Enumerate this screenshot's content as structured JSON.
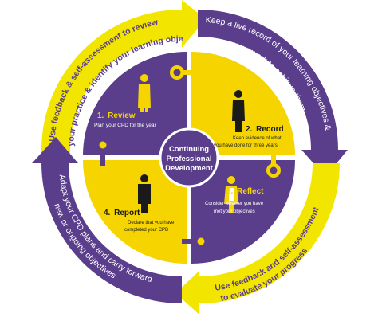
{
  "center": {
    "line1": "Continuing",
    "line2": "Professional",
    "line3": "Development"
  },
  "quadrants": [
    {
      "number": "1.",
      "title": "Review",
      "desc_lines": [
        "Plan your CPD for the year"
      ]
    },
    {
      "number": "2.",
      "title": "Record",
      "desc_lines": [
        "Keep evidence of what",
        "you have done for three years"
      ]
    },
    {
      "number": "3.",
      "title": "Reflect",
      "desc_lines": [
        "Consider whether you have",
        "met your objectives"
      ]
    },
    {
      "number": "4.",
      "title": "Report",
      "desc_lines": [
        "Declare that you have",
        "completed your CPD"
      ]
    }
  ],
  "arrows": {
    "top_left": [
      "Use feedback & self-assessment to review",
      "your practice & identify your learning objectives"
    ],
    "top_right": [
      "Keep a live record of your learning objectives &",
      "your work to achieve them"
    ],
    "bottom_right": [
      "Use feedback and self-assessment",
      "to evaluate your progress"
    ],
    "bottom_left": [
      "Adapt your CPD plans and carry forward",
      "new or ongoing objectives"
    ]
  },
  "colors": {
    "purple": "#5a3e8c",
    "yellow": "#f2e600",
    "yellow_quadrant": "#f5d400",
    "white": "#ffffff",
    "figure": "#1a1a1a"
  },
  "icons": [
    "person-figure-icon"
  ]
}
